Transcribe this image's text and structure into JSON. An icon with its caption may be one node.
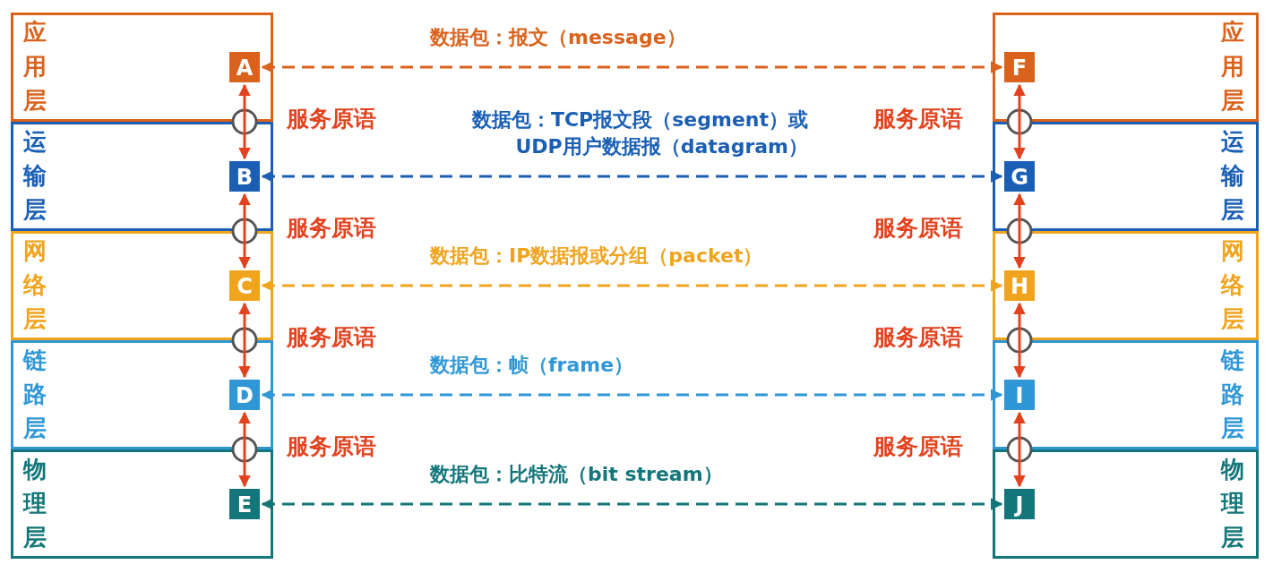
{
  "diagram": {
    "nodes": [
      {
        "text": [
          "应用层"
        ]
      },
      {
        "text": [
          "A"
        ],
        "in": 0
      },
      {
        "text": [
          "运输层"
        ]
      },
      {
        "text": [
          "B"
        ],
        "in": 2
      },
      {
        "text": [
          "网络层"
        ]
      },
      {
        "text": [
          "C"
        ],
        "in": 4
      },
      {
        "text": [
          "链路层"
        ]
      },
      {
        "text": [
          "D"
        ],
        "in": 6
      },
      {
        "text": [
          "物理层"
        ]
      },
      {
        "text": [
          "E"
        ],
        "in": 8
      },
      {
        "text": [
          "应用层"
        ]
      },
      {
        "text": [
          "F"
        ],
        "in": 10
      },
      {
        "text": [
          "运输层"
        ]
      },
      {
        "text": [
          "G"
        ],
        "in": 12
      },
      {
        "text": [
          "网络层"
        ]
      },
      {
        "text": [
          "H"
        ],
        "in": 14
      },
      {
        "text": [
          "链路层"
        ]
      },
      {
        "text": [
          "I"
        ],
        "in": 16
      },
      {
        "text": [
          "物理层"
        ]
      },
      {
        "text": [
          "J"
        ],
        "in": 18
      }
    ],
    "edges": [
      {
        "from": 1,
        "to": 11,
        "arrow": "both",
        "style": "dashed",
        "color": "#d9621c",
        "label": "数据包：报文（message）"
      },
      {
        "from": 3,
        "to": 13,
        "arrow": "both",
        "style": "dashed",
        "color": "#1a5fb4",
        "label": "数据包：TCP报文段（segment）或 UDP用户数据报（datagram）"
      },
      {
        "from": 5,
        "to": 15,
        "arrow": "both",
        "style": "dashed",
        "color": "#f0a41e",
        "label": "数据包：IP数据报或分组（packet）"
      },
      {
        "from": 7,
        "to": 17,
        "arrow": "both",
        "style": "dashed",
        "color": "#2f97d6",
        "label": "数据包：帧（frame）"
      },
      {
        "from": 9,
        "to": 19,
        "arrow": "both",
        "style": "dashed",
        "color": "#13767a",
        "label": "数据包：比特流（bit stream）"
      },
      {
        "from": 1,
        "to": 3,
        "arrow": "both",
        "label": "服务原语"
      },
      {
        "from": 3,
        "to": 5,
        "arrow": "both",
        "label": "服务原语"
      },
      {
        "from": 5,
        "to": 7,
        "arrow": "both",
        "label": "服务原语"
      },
      {
        "from": 7,
        "to": 9,
        "arrow": "both",
        "label": "服务原语"
      },
      {
        "from": 11,
        "to": 13,
        "arrow": "both",
        "label": "服务原语"
      },
      {
        "from": 13,
        "to": 15,
        "arrow": "both",
        "label": "服务原语"
      },
      {
        "from": 15,
        "to": 17,
        "arrow": "both",
        "label": "服务原语"
      },
      {
        "from": 17,
        "to": 19,
        "arrow": "both",
        "label": "服务原语"
      }
    ]
  }
}
